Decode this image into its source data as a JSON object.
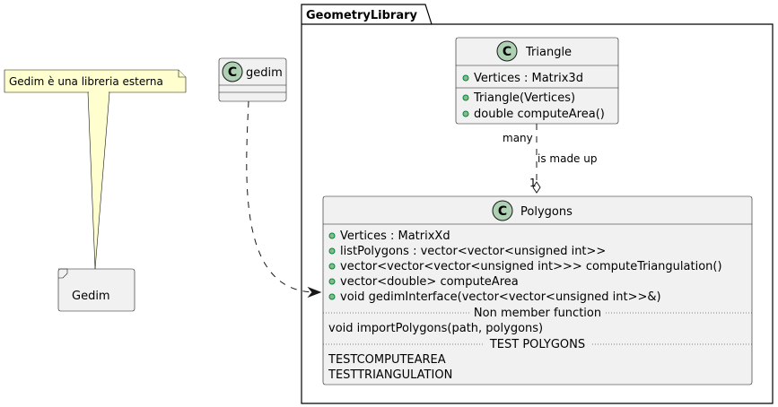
{
  "package": {
    "name": "GeometryLibrary"
  },
  "note": {
    "text": "Gedim è una libreria esterna"
  },
  "gedim_frame": {
    "label": "Gedim"
  },
  "gedim_class": {
    "icon": "C",
    "name": "gedim"
  },
  "triangle": {
    "icon": "C",
    "name": "Triangle",
    "fields": [
      "Vertices : Matrix3d"
    ],
    "methods": [
      "Triangle(Vertices)",
      "double computeArea()"
    ]
  },
  "polygons": {
    "icon": "C",
    "name": "Polygons",
    "fields": [
      "Vertices : MatrixXd",
      "listPolygons : vector<vector<unsigned int>>"
    ],
    "methods": [
      "vector<vector<vector<unsigned int>>> computeTriangulation()",
      "vector<double> computeArea",
      "void gedimInterface(vector<vector<unsigned int>>&)"
    ],
    "section1_title": "Non member function",
    "section1_items": [
      "void importPolygons(path, polygons)"
    ],
    "section2_title": "TEST POLYGONS",
    "section2_items": [
      "TESTCOMPUTEAREA",
      "TESTTRIANGULATION"
    ]
  },
  "aggregation": {
    "label": "is made up",
    "source_multiplicity": "many",
    "target_multiplicity": "1"
  },
  "colors": {
    "class_fill": "#F1F1F1",
    "class_icon": "#ADD1B2",
    "note_fill": "#FEFECE",
    "public_marker": "#84BE84",
    "border": "#181818"
  }
}
